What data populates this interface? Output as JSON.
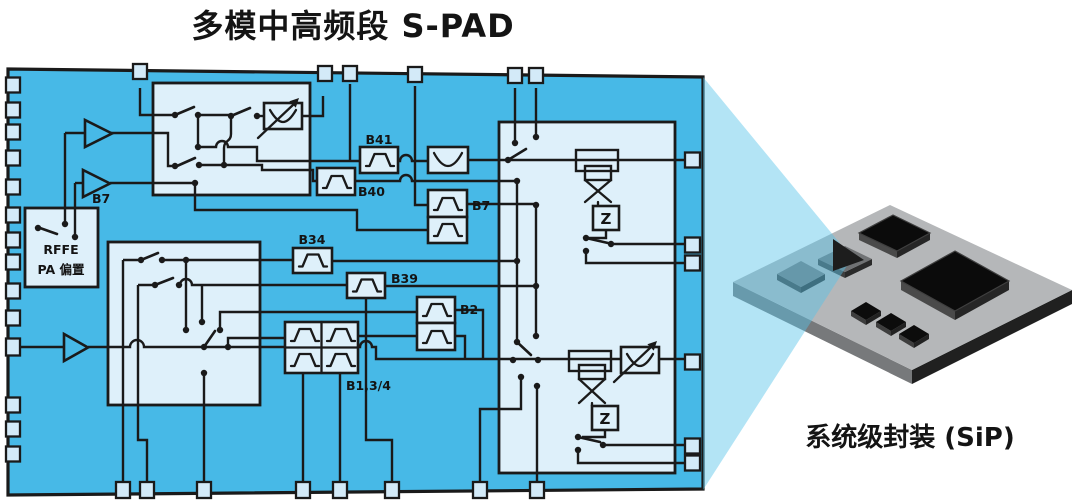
{
  "title": "多模中高频段 S-PAD",
  "sip": {
    "label": "系统级封装 (SiP)"
  },
  "schematic": {
    "rffe_block": {
      "line1": "RFFE",
      "line2": "PA 偏置"
    },
    "amp2_label": "B7",
    "filters": {
      "b41": "B41",
      "b40": "B40",
      "b7": "B7",
      "b34": "B34",
      "b39": "B39",
      "b2": "B2",
      "b134": "B1,3/4"
    },
    "impedance": {
      "z1": "Z",
      "z2": "Z"
    }
  },
  "colors": {
    "board_blue": "#47b9e7",
    "panel_light": "#def0fa",
    "pad_fill": "#d3eaf8",
    "line": "#1a1a1a",
    "beam": "#56c4e9",
    "chip_body": "#b5b7b9",
    "chip_dark": "#0b0b0b"
  }
}
